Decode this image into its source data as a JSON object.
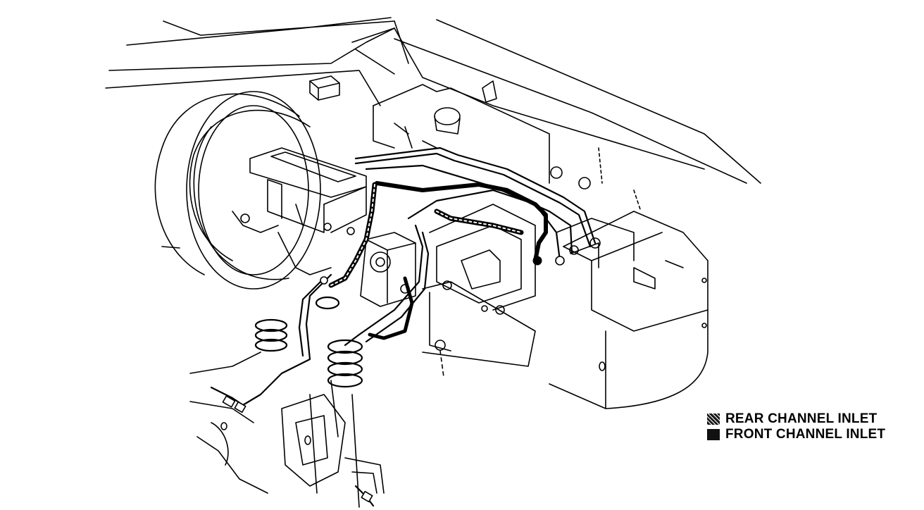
{
  "legend": {
    "items": [
      {
        "label": "REAR CHANNEL INLET",
        "swatch": "hatched",
        "color": "#1a1a1a"
      },
      {
        "label": "FRONT CHANNEL INLET",
        "swatch": "solid",
        "color": "#111111"
      }
    ]
  },
  "drawing": {
    "line_color": "#000000",
    "background": "#ffffff"
  }
}
